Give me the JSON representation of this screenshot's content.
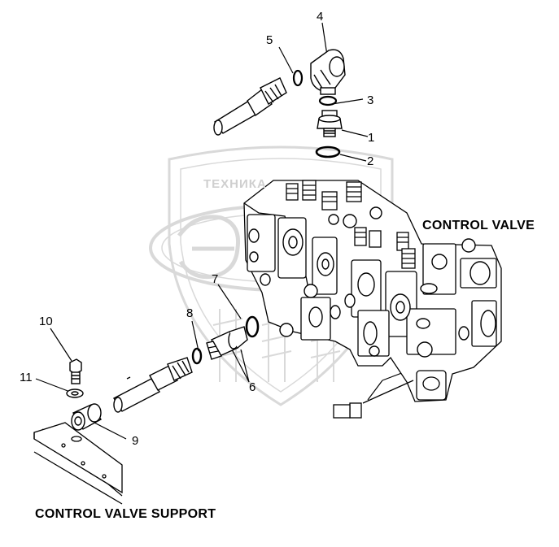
{
  "captions": {
    "control_valve": "CONTROL VALVE",
    "control_valve_support": "CONTROL VALVE SUPPORT"
  },
  "callouts": [
    "1",
    "2",
    "3",
    "4",
    "5",
    "6",
    "7",
    "8",
    "9",
    "10",
    "11"
  ],
  "watermark": {
    "text": "ТЕХНИКА"
  },
  "colors": {
    "line": "#000000",
    "watermark": "#d9d9d9",
    "background": "#ffffff"
  }
}
